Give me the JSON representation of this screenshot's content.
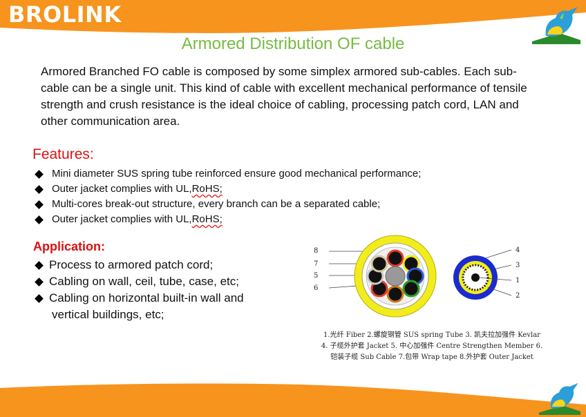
{
  "brand": "BROLINK",
  "title": "Armored Distribution  OF cable",
  "intro": "Armored Branched FO cable is composed by some simplex armored sub-cables. Each sub-cable can be a single unit. This kind of cable with excellent mechanical performance of tensile strength and crush resistance is the ideal choice of cabling, processing patch cord, LAN and other communication area.",
  "features": {
    "heading": "Features:",
    "items": [
      {
        "text": "Mini diameter SUS spring tube reinforced ensure good mechanical performance;",
        "tail": ""
      },
      {
        "text": "Outer jacket complies with UL, ",
        "tail": "RoHS;"
      },
      {
        "text": "Multi-cores break-out structure, every branch can be a separated cable;",
        "tail": ""
      },
      {
        "text": "Outer jacket complies with UL, ",
        "tail": "RoHS;"
      }
    ]
  },
  "application": {
    "heading": "Application:",
    "items": [
      "Process to armored patch cord;",
      "Cabling on wall, ceil, tube, case, etc;",
      "Cabling on horizontal built-in wall and"
    ],
    "continuation": "vertical buildings, etc;"
  },
  "diagram": {
    "left_labels": [
      "8",
      "7",
      "5",
      "6"
    ],
    "right_labels": [
      "4",
      "3",
      "1",
      "2"
    ],
    "colors": {
      "jacket_yellow": "#f2ec1a",
      "kevlar_white": "#ffffff",
      "tube_blue": "#1a2bd0"
    }
  },
  "legend": {
    "line1": "1.光纤 Fiber  2.螺旋钢管 SUS spring Tube  3. 凯夫拉加强件 Kevlar",
    "line2": "4. 子缆外护套 Jacket  5. 中心加强件 Centre Strengthen Member  6.",
    "line3": "铠装子缆 Sub Cable  7.包带 Wrap tape  8.外护套 Outer Jacket"
  },
  "colors": {
    "accent_orange": "#f7941d",
    "title_green": "#77bb44",
    "heading_red": "#dd1111"
  }
}
